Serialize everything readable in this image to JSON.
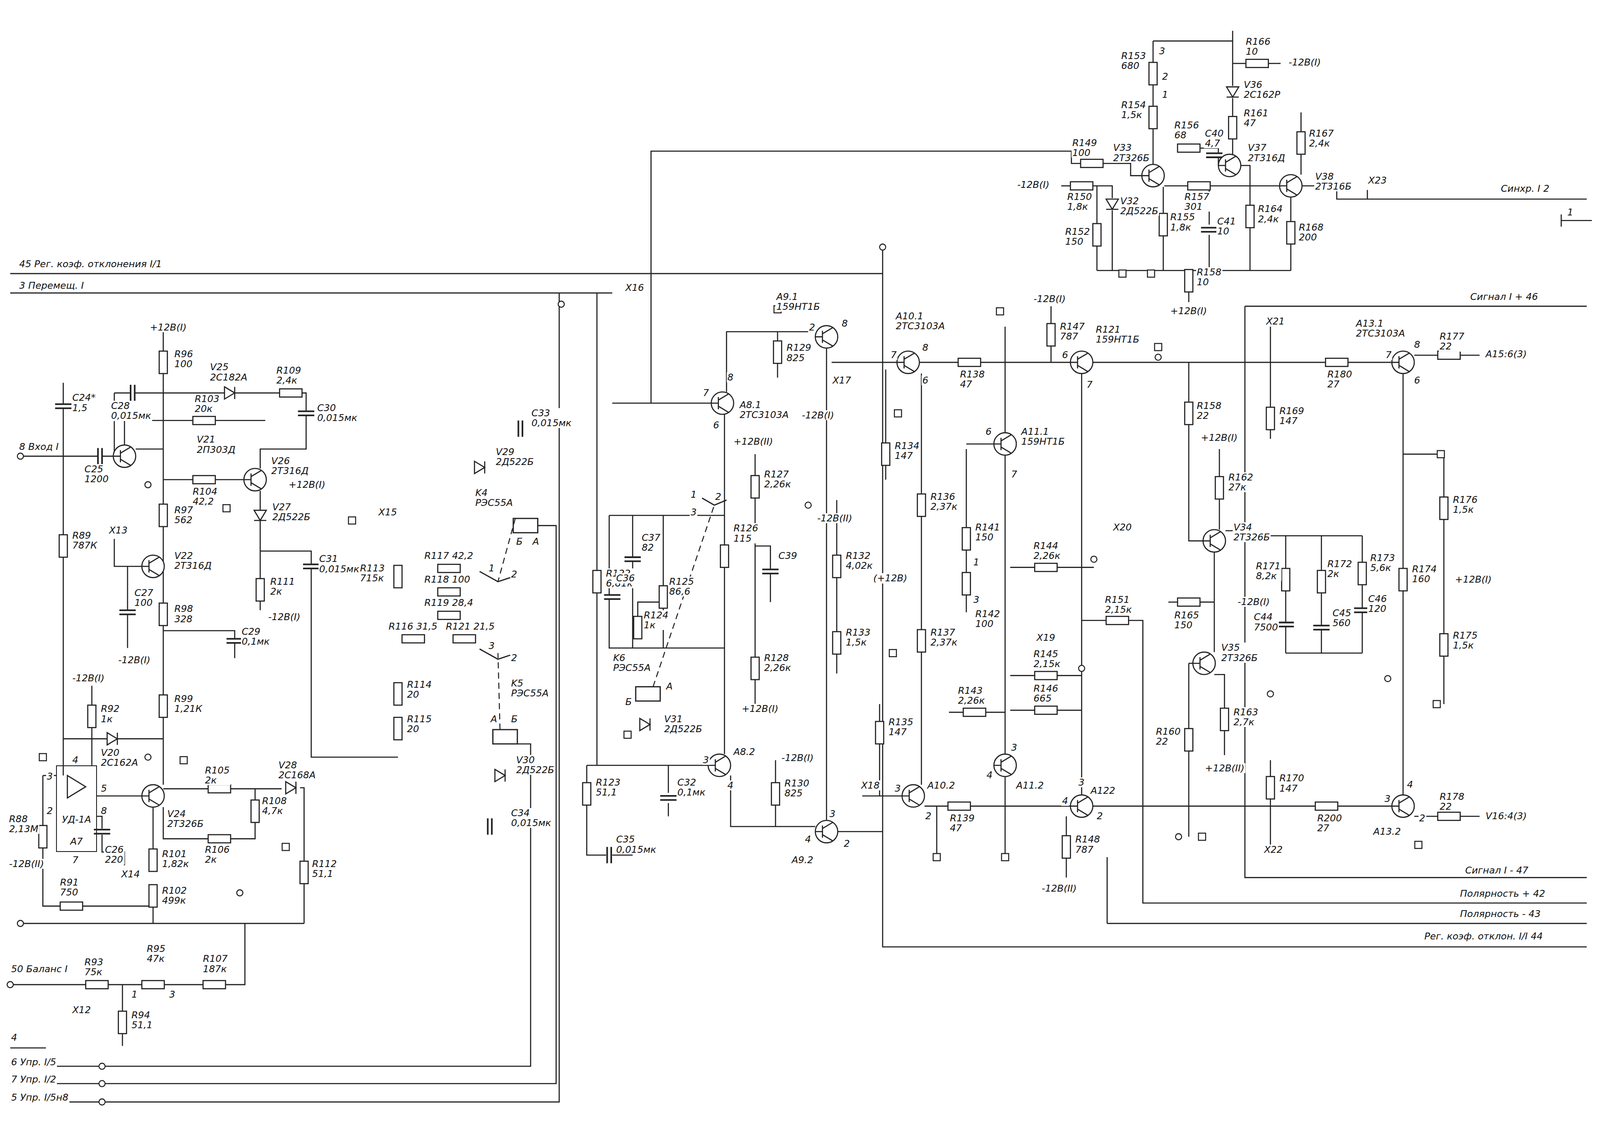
{
  "diagram": {
    "nodes": [
      {
        "text": [
          "УД-1А",
          "А7"
        ]
      }
    ],
    "labels": [
      "45 Рег. коэф. отклонения I/1",
      "3 Перемещ. I",
      "X16",
      "+12В(I)",
      "R96 100",
      "C28 0,015мк",
      "V25 2С182А",
      "R109 2,4к",
      "C30 0,015мк",
      "R103 20к",
      "C24* 1,5",
      "8 Вход I",
      "C25 1200",
      "V21 2П303Д",
      "R104 42,2",
      "V26 2Т316Д",
      "+12В(I)",
      "V27 2Д522Б",
      "R97 562",
      "R111 2к",
      "-12В(I)",
      "C31 0,015мк",
      "R89 787К",
      "X13",
      "V22 2Т316Д",
      "C27 100",
      "R98 328",
      "C29 0,1мк",
      "-12В(I)",
      "R99 1,21К",
      "-12В(I)",
      "R92 1к",
      "V20 2С162А",
      "R105 2к",
      "V24 2Т326Б",
      "R106 2к",
      "R108 4,7к",
      "V28 2С168А",
      "C26 220",
      "X14",
      "R101 1,82к",
      "R102 499к",
      "R112 51,1",
      "R88 2,13М",
      "-12В(II)",
      "R91 750",
      "4",
      "3",
      "2",
      "5",
      "8",
      "7",
      "50 Баланс I",
      "R93 75к",
      "X12",
      "R94 51,1",
      "R95 47к",
      "1",
      "3",
      "R107 187к",
      "4",
      "6 Упр. I/5",
      "7 Упр. I/2",
      "5 Упр. I/5н8",
      "R122 6,81к",
      "X15",
      "R113 715к",
      "R117 42,2",
      "R118 100",
      "R119 28,4",
      "R116 31,5",
      "R121 21,5",
      "R114 20",
      "R115 20",
      "C33 0,015мк",
      "V29 2Д522Б",
      "K4 РЭС55А",
      "Б",
      "А",
      "1",
      "2",
      "3",
      "2",
      "K5 РЭС55А",
      "А",
      "Б",
      "V30 2Д522Б",
      "C34 0,015мк",
      "C35 0,015мк",
      "R123 51,1",
      "C32 0,1мк",
      "K6 РЭС55А",
      "Б",
      "А",
      "V31 2Д522Б",
      "C37 82",
      "C36",
      "R125 86,6",
      "R124 1к",
      "1",
      "3",
      "2",
      "R126 115",
      "C39",
      "R127 2,26к",
      "+12В(II)",
      "R128 2,26к",
      "+12В(I)",
      "R130 825",
      "-12В(I)",
      "A8.1 2ТС3103А",
      "7",
      "8",
      "6",
      "A8.2",
      "3",
      "4",
      "A9.1 159НТ1Б",
      "2",
      "8",
      "R129 825",
      "-12В(I)",
      "A9.2",
      "4",
      "3",
      "2",
      "R132 4,02к",
      "-12В(II)",
      "R133 1,5к",
      "X17",
      "A10.1 2ТС3103А",
      "7",
      "8",
      "6",
      "R134 147",
      "X18",
      "A10.2",
      "3",
      "2",
      "R135 147",
      "R139 47",
      "R138 47",
      "R136 2,37к",
      "R137 2,37к",
      "(+12В)",
      "R141 150",
      "R142 100",
      "1",
      "3",
      "R144 2,26к",
      "X20",
      "X19",
      "R145 2,15к",
      "R146 665",
      "R143 2,26к",
      "A11.1 159НТ1Б",
      "6",
      "7",
      "A11.2",
      "3",
      "4",
      "R147 787",
      "-12В(I)",
      "R121 159НТ1Б",
      "6",
      "7",
      "A122",
      "4",
      "3",
      "2",
      "R148 787",
      "-12В(II)",
      "R151 2,15к",
      "R158 22",
      "+12В(I)",
      "R162 27к",
      "V34 2Т326Б",
      "R165 150",
      "-12В(I)",
      "V35 2Т326Б",
      "R160 22",
      "R163 2,7к",
      "+12В(II)",
      "R171 8,2к",
      "R172 2к",
      "R173 5,6к",
      "C44 7500",
      "C46 120",
      "C45 560",
      "X21",
      "R169 147",
      "R180 27",
      "A13.1 2ТС3103А",
      "7",
      "8",
      "6",
      "R177 22",
      "А15:6(3)",
      "R176 1,5к",
      "R174 160",
      "+12В(I)",
      "R175 1,5к",
      "R170 147",
      "X22",
      "R200 27",
      "A13.2",
      "3",
      "4",
      "2",
      "R178 22",
      "V16:4(3)",
      "Сигнал I + 46",
      "Сигнал I - 47",
      "Полярность + 42",
      "Полярность - 43",
      "Рег. коэф. отклон. I/I 44",
      "R166 10",
      "-12В(I)",
      "R153 680",
      "3",
      "2",
      "1",
      "V36 2С162Р",
      "R161 47",
      "V37 2Т316Д",
      "R154 1,5к",
      "R156 68",
      "C40 4,7",
      "V33 2Т326Б",
      "R149 100",
      "R150 1,8к",
      "-12В(I)",
      "V32 2Д522Б",
      "R152 150",
      "R155 1,8к",
      "R157 301",
      "C41 10",
      "R164 2,4к",
      "R167 2,4к",
      "V38 2Т316Б",
      "R168 200",
      "R158 10",
      "+12В(I)",
      "X23",
      "Синхр. I 2",
      "1"
    ]
  }
}
